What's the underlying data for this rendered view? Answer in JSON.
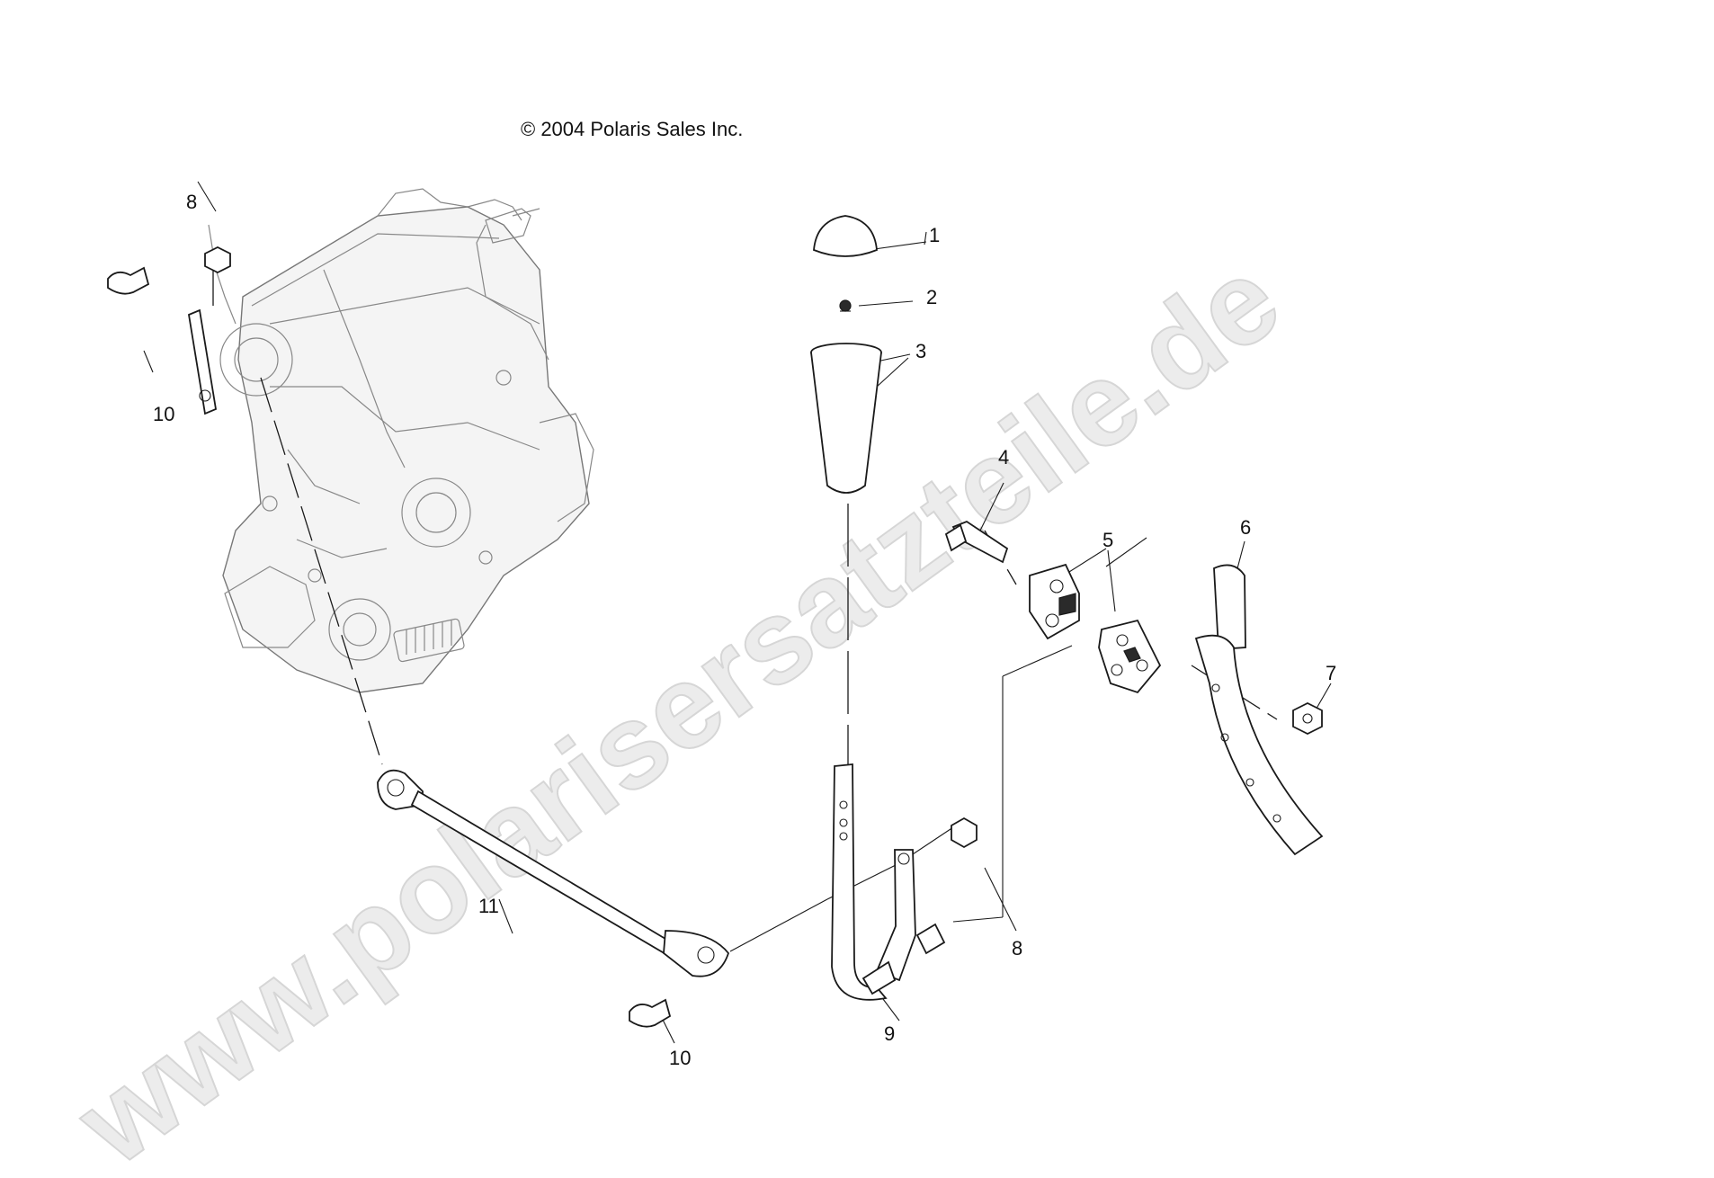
{
  "copyright": "© 2004 Polaris Sales Inc.",
  "watermark": "www.polarisersatzteile.de",
  "callouts": [
    {
      "id": "1",
      "label": "1"
    },
    {
      "id": "2",
      "label": "2"
    },
    {
      "id": "3",
      "label": "3"
    },
    {
      "id": "4",
      "label": "4"
    },
    {
      "id": "5",
      "label": "5"
    },
    {
      "id": "6",
      "label": "6"
    },
    {
      "id": "7",
      "label": "7"
    },
    {
      "id": "8a",
      "label": "8"
    },
    {
      "id": "8b",
      "label": "8"
    },
    {
      "id": "9",
      "label": "9"
    },
    {
      "id": "10a",
      "label": "10"
    },
    {
      "id": "10b",
      "label": "10"
    },
    {
      "id": "11",
      "label": "11"
    }
  ]
}
